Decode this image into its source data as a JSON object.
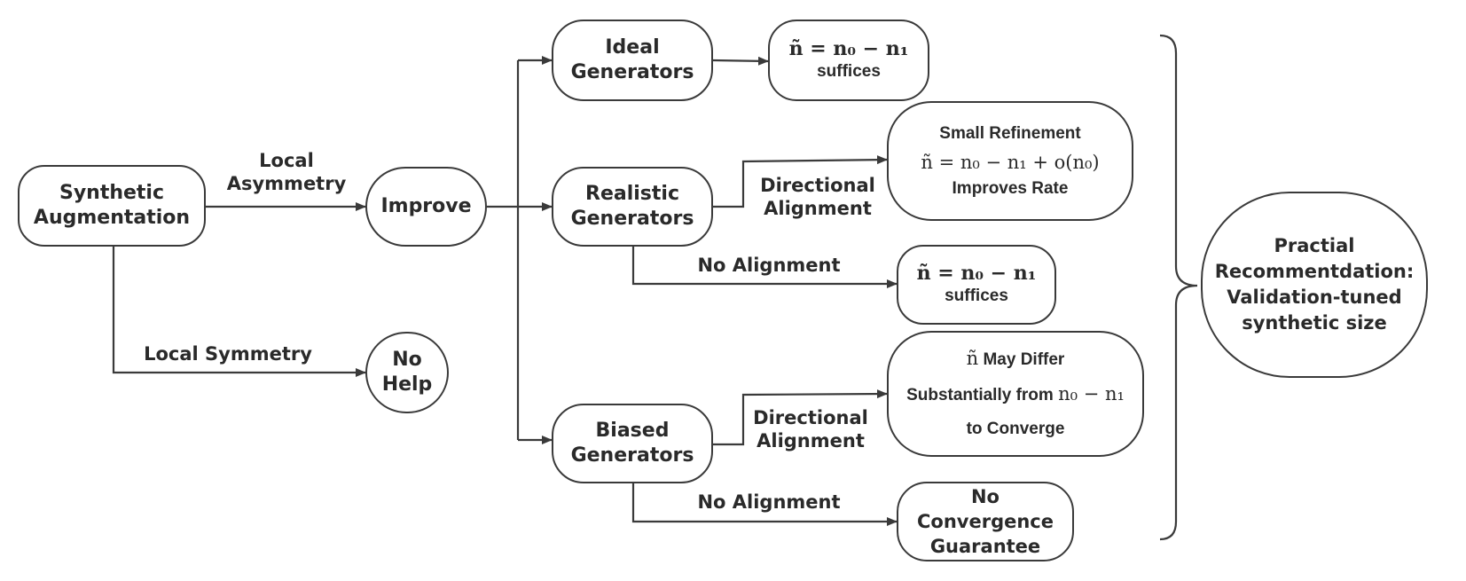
{
  "nodes": {
    "synthetic_augmentation": [
      "Synthetic",
      "Augmentation"
    ],
    "improve": "Improve",
    "no_help": [
      "No",
      "Help"
    ],
    "ideal_generators": [
      "Ideal",
      "Generators"
    ],
    "realistic_generators": [
      "Realistic",
      "Generators"
    ],
    "biased_generators": [
      "Biased",
      "Generators"
    ],
    "ideal_result": {
      "formula": "ñ = n₀ − n₁",
      "text": "suffices"
    },
    "realistic_aligned_result": {
      "title": "Small Refinement",
      "formula": "ñ = n₀ − n₁ + o(n₀)",
      "text": "Improves Rate"
    },
    "realistic_unaligned_result": {
      "formula": "ñ = n₀ − n₁",
      "text": "suffices"
    },
    "biased_aligned_result": {
      "formula": "ñ",
      "line1": "May Differ",
      "line2_text": "Substantially from",
      "line2_formula": "n₀ − n₁",
      "line3": "to Converge"
    },
    "biased_unaligned_result": [
      "No",
      "Convergence",
      "Guarantee"
    ],
    "recommendation": [
      "Practial",
      "Recommentdation:",
      "Validation-tuned",
      "synthetic size"
    ]
  },
  "edge_labels": {
    "local_asymmetry": [
      "Local",
      "Asymmetry"
    ],
    "local_symmetry": "Local Symmetry",
    "realistic_directional": [
      "Directional",
      "Alignment"
    ],
    "realistic_no_alignment": "No Alignment",
    "biased_directional": [
      "Directional",
      "Alignment"
    ],
    "biased_no_alignment": "No Alignment"
  },
  "colors": {
    "stroke": "#3a3a3a",
    "text": "#2a2a2a",
    "background": "#ffffff"
  }
}
